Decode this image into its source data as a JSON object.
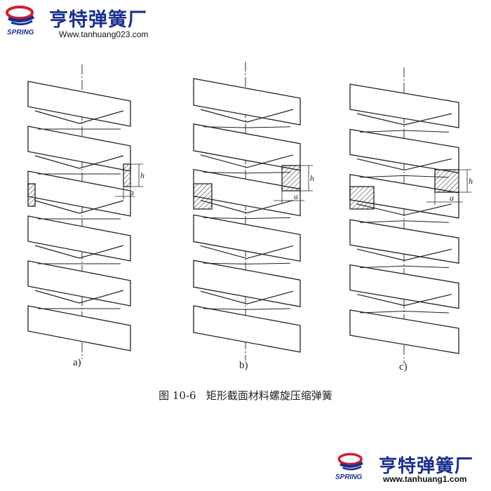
{
  "brand_top": {
    "name": "亨特弹簧厂",
    "logo_word": "SPRING",
    "url": "Www.tanhuang023.com",
    "colors": {
      "red": "#d21f2a",
      "blue": "#1b2f8f"
    }
  },
  "brand_bottom": {
    "name": "亨特弹簧厂",
    "logo_word": "SPRING",
    "url": "www.tanhuang1.com"
  },
  "figure": {
    "panels": [
      {
        "label": "a)",
        "section_label_height": "h",
        "section_label_width": "a"
      },
      {
        "label": "b)",
        "section_label_height": "h",
        "section_label_width": "a"
      },
      {
        "label": "c)",
        "section_label_height": "h",
        "section_label_width": "a"
      }
    ],
    "caption": "图 10-6   矩形截面材料螺旋压缩弹簧"
  }
}
